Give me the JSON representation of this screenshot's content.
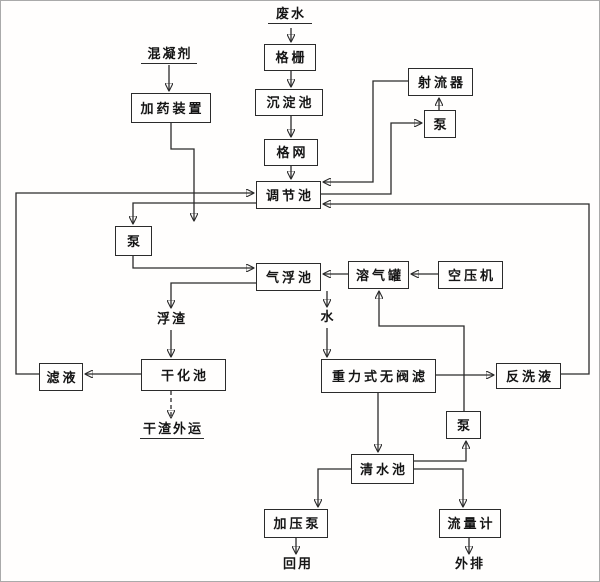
{
  "diagram": {
    "boxes": {
      "bar_screen": "格栅",
      "sedimentation_tank": "沉淀池",
      "mesh_screen": "格网",
      "equalization_tank": "调节池",
      "jet_ejector": "射流器",
      "pump_jet": "泵",
      "dosing_device": "加药装置",
      "pump_feed": "泵",
      "air_flotation_tank": "气浮池",
      "dissolved_air_tank": "溶气罐",
      "air_compressor": "空压机",
      "filtrate": "滤液",
      "drying_tank": "干化池",
      "gravity_valveless_filter": "重力式无阀滤",
      "backwash_liquid": "反洗液",
      "pump_recycle": "泵",
      "clear_water_tank": "清水池",
      "pressure_pump": "加压泵",
      "flow_meter": "流量计"
    },
    "labels": {
      "wastewater": "废水",
      "coagulant": "混凝剂",
      "scum": "浮渣",
      "water": "水",
      "dried_residue_out": "干渣外运",
      "reuse": "回用",
      "discharge": "外排"
    },
    "edges": [
      {
        "from": "wastewater",
        "to": "bar_screen"
      },
      {
        "from": "bar_screen",
        "to": "sedimentation_tank"
      },
      {
        "from": "sedimentation_tank",
        "to": "mesh_screen"
      },
      {
        "from": "mesh_screen",
        "to": "equalization_tank"
      },
      {
        "from": "coagulant",
        "to": "dosing_device"
      },
      {
        "from": "dosing_device",
        "to": "feed_pipeline"
      },
      {
        "from": "filtrate",
        "to": "equalization_tank"
      },
      {
        "from": "equalization_tank",
        "to": "pump_feed"
      },
      {
        "from": "pump_feed",
        "to": "air_flotation_tank"
      },
      {
        "from": "equalization_tank",
        "to": "pump_jet"
      },
      {
        "from": "pump_jet",
        "to": "jet_ejector"
      },
      {
        "from": "jet_ejector",
        "to": "equalization_tank"
      },
      {
        "from": "backwash_liquid",
        "to": "equalization_tank"
      },
      {
        "from": "dissolved_air_tank",
        "to": "air_flotation_tank"
      },
      {
        "from": "air_compressor",
        "to": "dissolved_air_tank"
      },
      {
        "from": "air_flotation_tank",
        "to": "scum"
      },
      {
        "from": "scum",
        "to": "drying_tank"
      },
      {
        "from": "drying_tank",
        "to": "filtrate"
      },
      {
        "from": "drying_tank",
        "to": "dried_residue_out",
        "style": "dashed"
      },
      {
        "from": "air_flotation_tank",
        "to": "water"
      },
      {
        "from": "water",
        "to": "gravity_valveless_filter"
      },
      {
        "from": "gravity_valveless_filter",
        "to": "backwash_liquid"
      },
      {
        "from": "gravity_valveless_filter",
        "to": "clear_water_tank"
      },
      {
        "from": "clear_water_tank",
        "to": "pump_recycle"
      },
      {
        "from": "pump_recycle",
        "to": "dissolved_air_tank"
      },
      {
        "from": "clear_water_tank",
        "to": "flow_meter"
      },
      {
        "from": "flow_meter",
        "to": "discharge"
      },
      {
        "from": "clear_water_tank",
        "to": "pressure_pump"
      },
      {
        "from": "pressure_pump",
        "to": "reuse"
      }
    ],
    "colors": {
      "line": "#2b2b2b",
      "text": "#151515",
      "background": "#fffefd"
    }
  }
}
